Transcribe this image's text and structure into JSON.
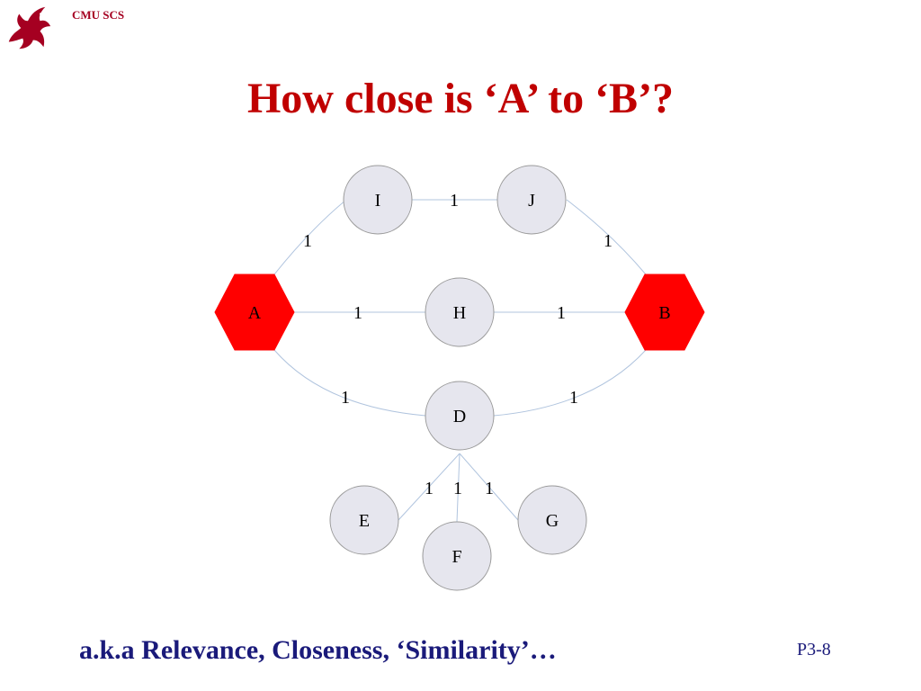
{
  "header": {
    "org": "CMU SCS",
    "logo_icon": "dragon-logo-icon"
  },
  "title": "How close is ‘A’ to ‘B’?",
  "colors": {
    "title": "#c00000",
    "target_node": "#ff0000",
    "other_node": "#e6e6ee",
    "edge": "#b0c4de",
    "footer_text": "#1a1a7a"
  },
  "graph": {
    "nodes": [
      {
        "id": "A",
        "label": "A",
        "kind": "target"
      },
      {
        "id": "B",
        "label": "B",
        "kind": "target"
      },
      {
        "id": "I",
        "label": "I",
        "kind": "normal"
      },
      {
        "id": "J",
        "label": "J",
        "kind": "normal"
      },
      {
        "id": "H",
        "label": "H",
        "kind": "normal"
      },
      {
        "id": "D",
        "label": "D",
        "kind": "normal"
      },
      {
        "id": "E",
        "label": "E",
        "kind": "normal"
      },
      {
        "id": "F",
        "label": "F",
        "kind": "normal"
      },
      {
        "id": "G",
        "label": "G",
        "kind": "normal"
      }
    ],
    "edges": [
      {
        "from": "A",
        "to": "I",
        "weight": "1"
      },
      {
        "from": "I",
        "to": "J",
        "weight": "1"
      },
      {
        "from": "J",
        "to": "B",
        "weight": "1"
      },
      {
        "from": "A",
        "to": "H",
        "weight": "1"
      },
      {
        "from": "H",
        "to": "B",
        "weight": "1"
      },
      {
        "from": "A",
        "to": "D",
        "weight": "1"
      },
      {
        "from": "D",
        "to": "B",
        "weight": "1"
      },
      {
        "from": "D",
        "to": "E",
        "weight": "1"
      },
      {
        "from": "D",
        "to": "F",
        "weight": "1"
      },
      {
        "from": "D",
        "to": "G",
        "weight": "1"
      }
    ]
  },
  "footer": {
    "subtitle": "a.k.a Relevance, Closeness, ‘Similarity’…",
    "slide_number": "P3-8"
  }
}
